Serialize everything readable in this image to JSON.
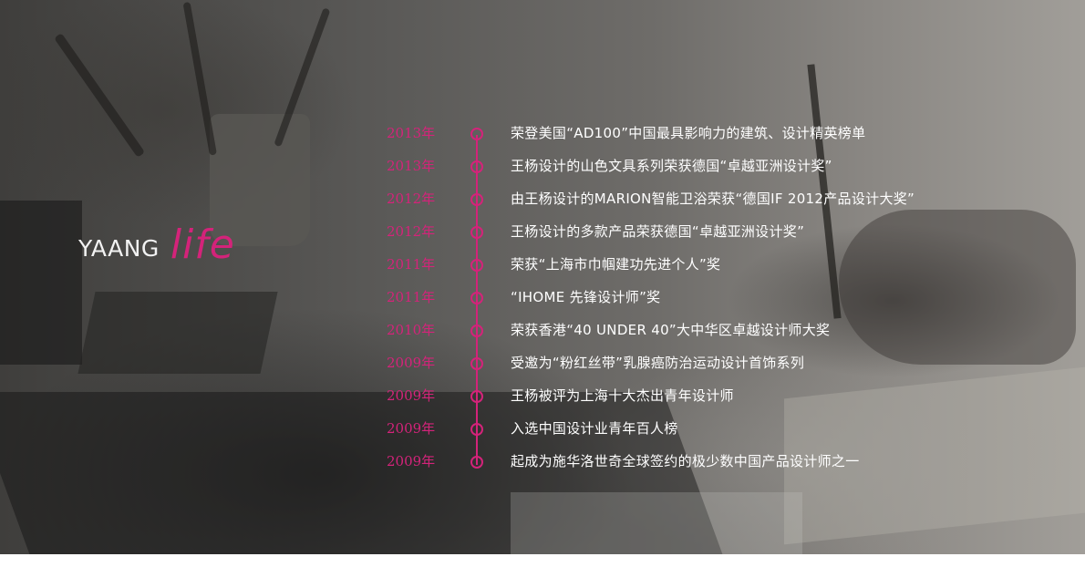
{
  "brand": {
    "logo_part1": "YAANG",
    "logo_part2": "life",
    "accent_color": "#d4237a"
  },
  "timeline": [
    {
      "year": "2013年",
      "text": "荣登美国“AD100”中国最具影响力的建筑、设计精英榜单"
    },
    {
      "year": "2013年",
      "text": "王杨设计的山色文具系列荣获德国“卓越亚洲设计奖”"
    },
    {
      "year": "2012年",
      "text": "由王杨设计的MARION智能卫浴荣获“德国IF 2012产品设计大奖”"
    },
    {
      "year": "2012年",
      "text": "王杨设计的多款产品荣获德国“卓越亚洲设计奖”"
    },
    {
      "year": "2011年",
      "text": "荣获“上海市巾帼建功先进个人”奖"
    },
    {
      "year": "2011年",
      "text": "“IHOME 先锋设计师”奖"
    },
    {
      "year": "2010年",
      "text": "荣获香港“40 UNDER 40”大中华区卓越设计师大奖"
    },
    {
      "year": "2009年",
      "text": "受邀为“粉红丝带”乳腺癌防治运动设计首饰系列"
    },
    {
      "year": "2009年",
      "text": "王杨被评为上海十大杰出青年设计师"
    },
    {
      "year": "2009年",
      "text": "入选中国设计业青年百人榜"
    },
    {
      "year": "2009年",
      "text": "起成为施华洛世奇全球签约的极少数中国产品设计师之一"
    }
  ]
}
